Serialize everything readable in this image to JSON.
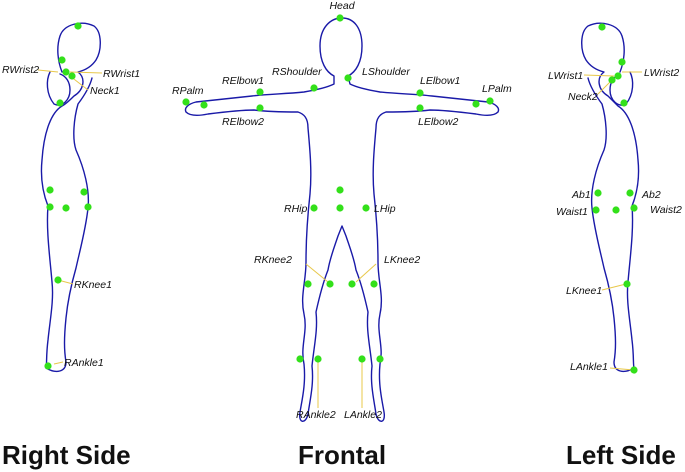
{
  "views": {
    "right": {
      "title": "Right Side"
    },
    "frontal": {
      "title": "Frontal"
    },
    "left": {
      "title": "Left Side"
    }
  },
  "markers": {
    "right": [
      "RWrist2",
      "RWrist1",
      "Neck1",
      "RKnee1",
      "RAnkle1"
    ],
    "frontal": [
      "Head",
      "RShoulder",
      "LShoulder",
      "RElbow1",
      "LElbow1",
      "RPalm",
      "LPalm",
      "RElbow2",
      "LElbow2",
      "RHip",
      "LHip",
      "RKnee2",
      "LKnee2",
      "RAnkle2",
      "LAnkle2"
    ],
    "left": [
      "LWrist1",
      "LWrist2",
      "Neck2",
      "Ab1",
      "Ab2",
      "Waist1",
      "Waist2",
      "LKnee1",
      "LAnkle1"
    ]
  },
  "colors": {
    "outline": "#1a1aa8",
    "marker": "#33e01a",
    "leader": "#e8c84a",
    "text": "#111111"
  }
}
